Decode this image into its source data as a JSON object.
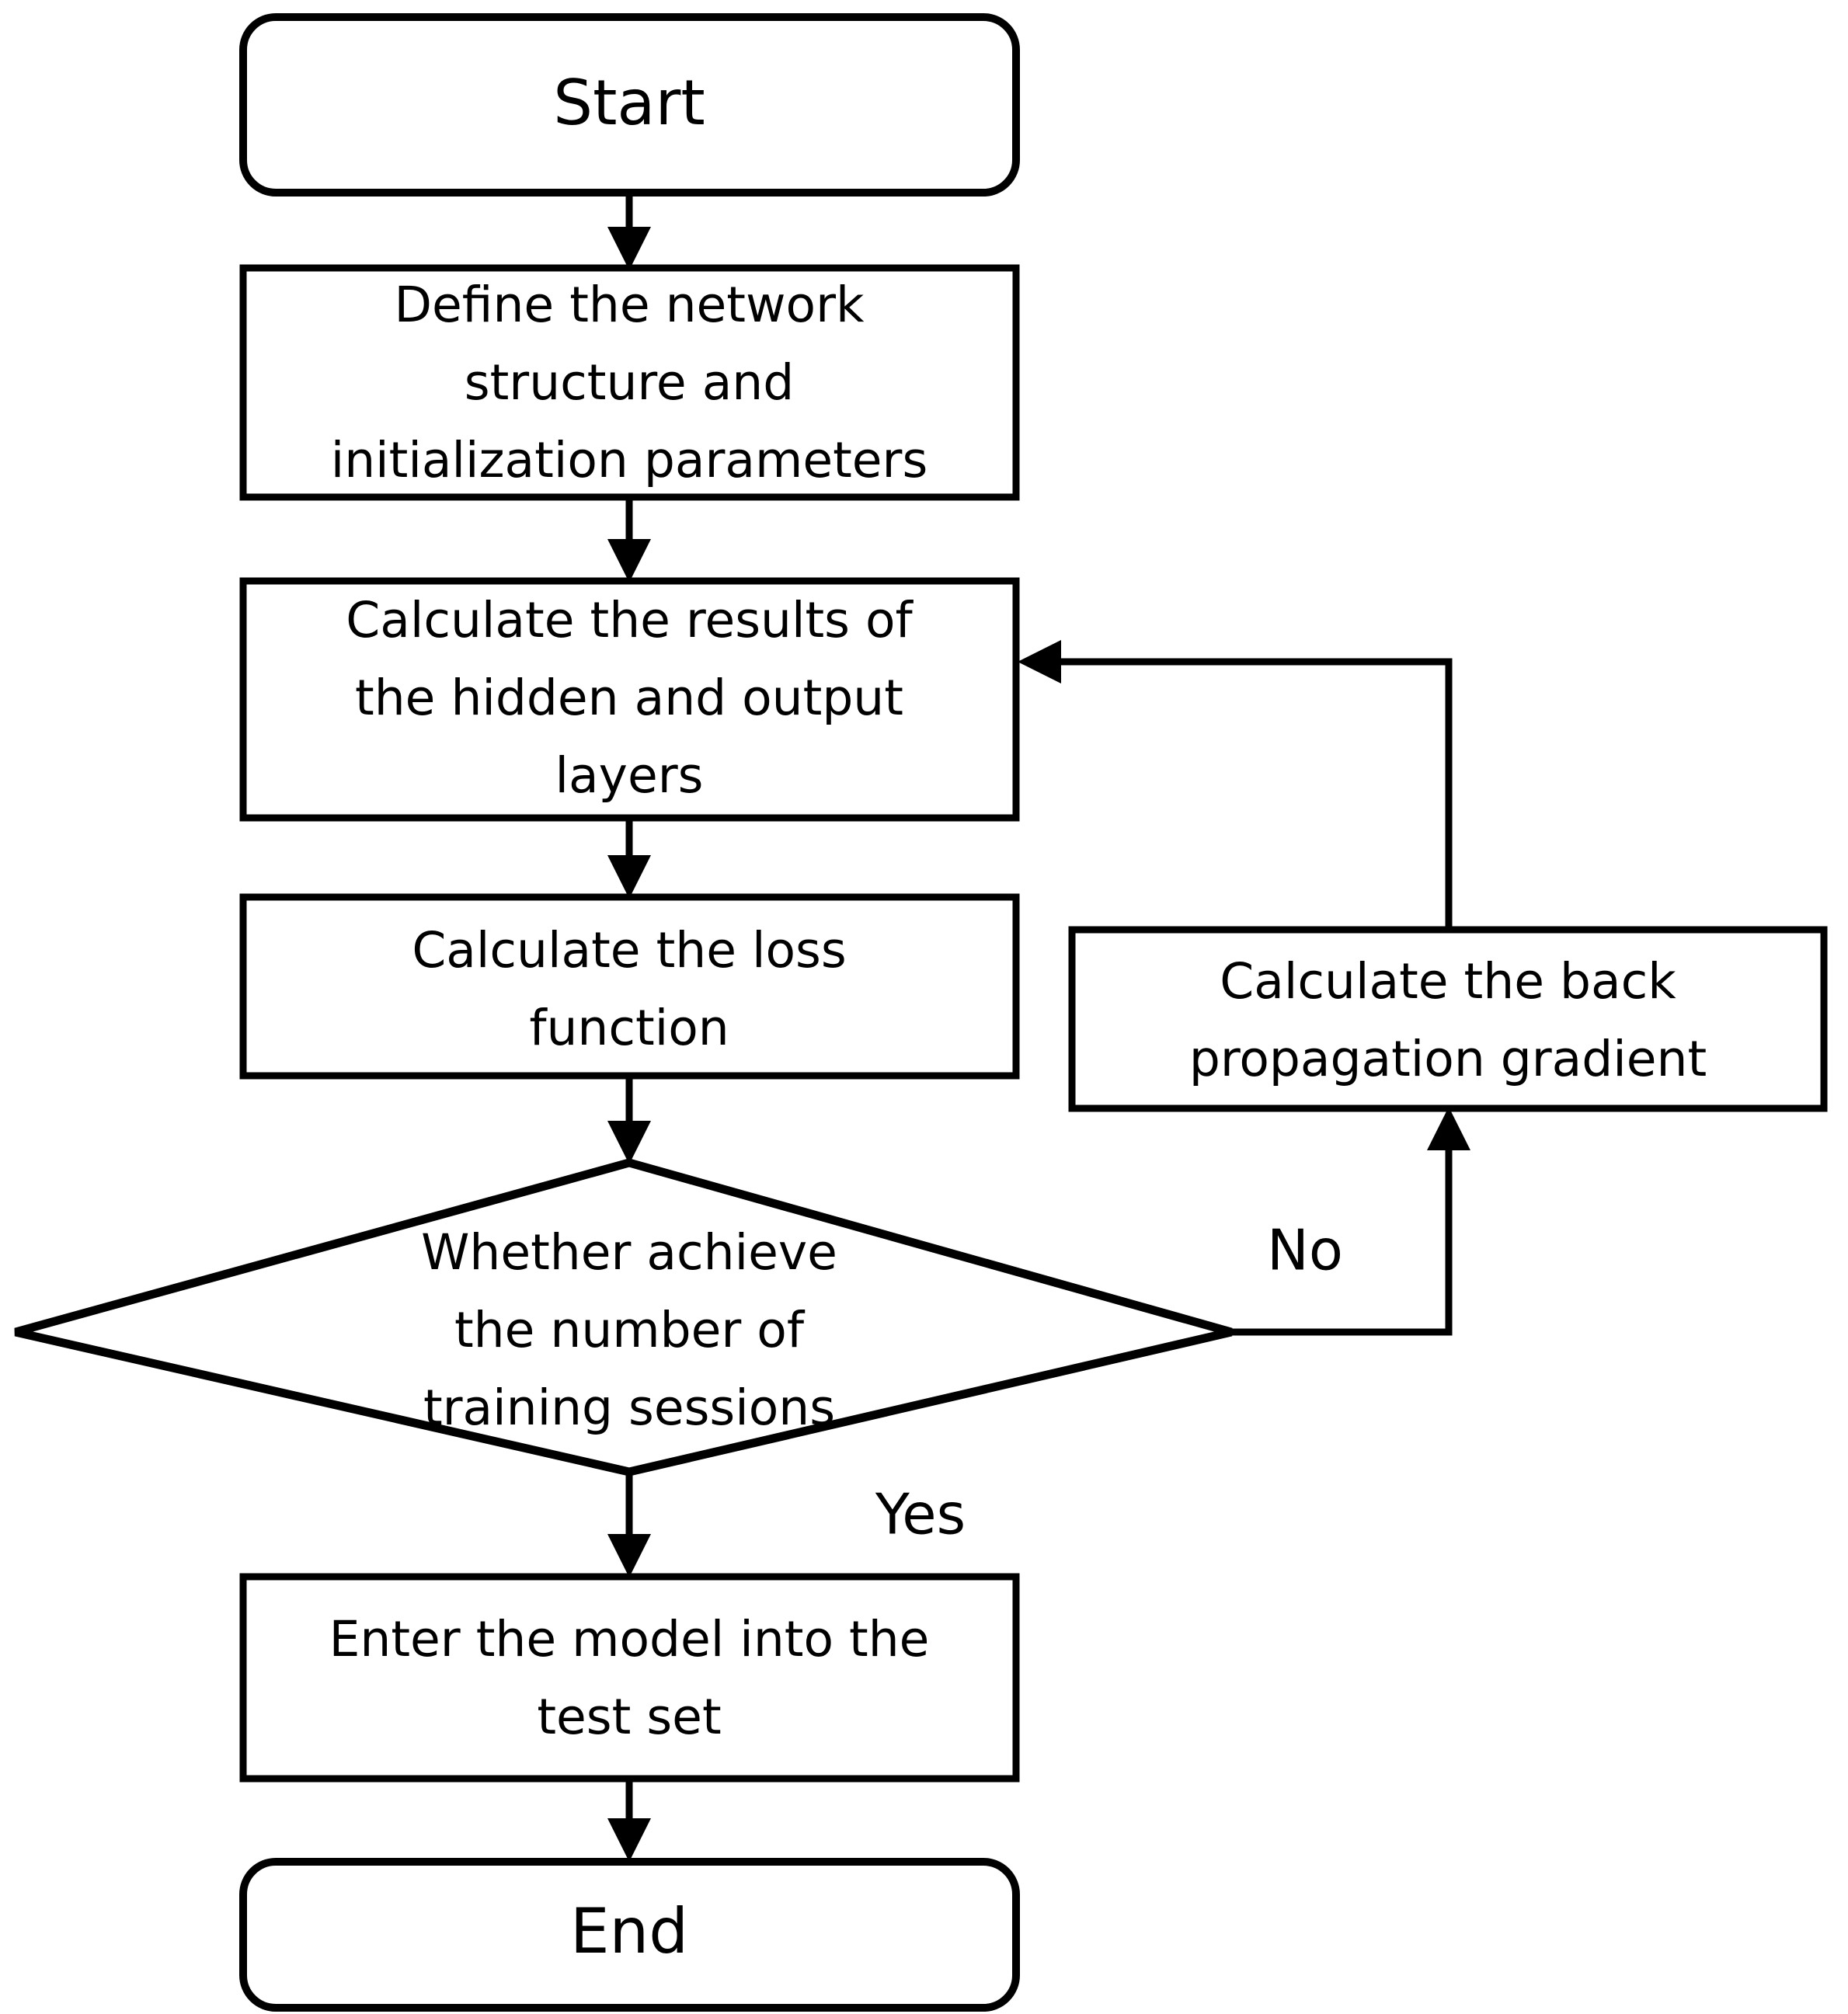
{
  "diagram": {
    "title": "Neural network training flowchart",
    "background_color": "#ffffff",
    "line_color": "#000000",
    "nodes": {
      "start": {
        "label": "Start",
        "shape": "rounded-rectangle"
      },
      "define": {
        "line1": "Define the network",
        "line2": "structure and",
        "line3": "initialization parameters",
        "shape": "rectangle"
      },
      "forward": {
        "line1": "Calculate the results of",
        "line2": "the hidden and output",
        "line3": "layers",
        "shape": "rectangle"
      },
      "loss": {
        "line1": "Calculate the loss",
        "line2": "function",
        "shape": "rectangle"
      },
      "decision": {
        "line1": "Whether achieve",
        "line2": "the number of",
        "line3": "training sessions",
        "shape": "diamond"
      },
      "backprop": {
        "line1": "Calculate the back",
        "line2": "propagation gradient",
        "shape": "rectangle"
      },
      "test": {
        "line1": "Enter the model into the",
        "line2": "test set",
        "shape": "rectangle"
      },
      "end": {
        "label": "End",
        "shape": "rounded-rectangle"
      }
    },
    "edge_labels": {
      "no": "No",
      "yes": "Yes"
    }
  }
}
